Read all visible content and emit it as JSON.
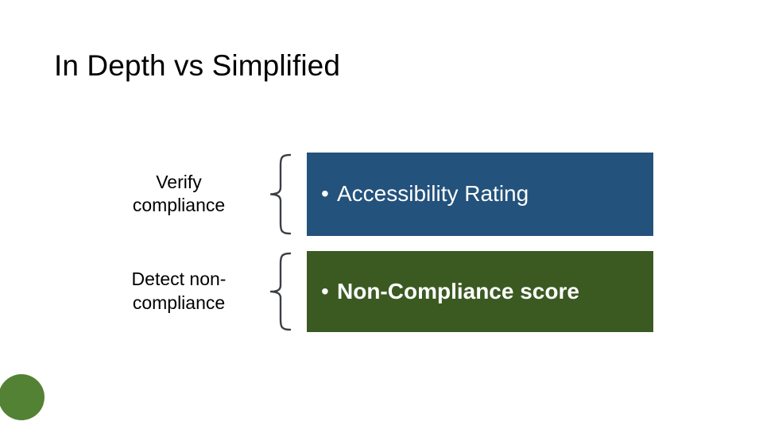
{
  "slide": {
    "title": "In Depth vs Simplified",
    "background_color": "#FFFFFF"
  },
  "rows": [
    {
      "label": "Verify compliance",
      "label_line_1": "Verify",
      "label_line_2": "compliance",
      "brace": "left-curly-brace",
      "box": {
        "bullet": "•",
        "text": "Accessibility Rating",
        "background_color": "#23527C",
        "text_color": "#FFFFFF",
        "bold": false
      }
    },
    {
      "label": "Detect non-compliance",
      "label_line_1": "Detect non-",
      "label_line_2": "compliance",
      "brace": "left-curly-brace",
      "box": {
        "bullet": "•",
        "text": "Non-Compliance score",
        "background_color": "#3B5A22",
        "text_color": "#FFFFFF",
        "bold": true
      }
    }
  ],
  "decoration": {
    "circle_color": "#548235",
    "brace_color": "#3A3F44"
  }
}
